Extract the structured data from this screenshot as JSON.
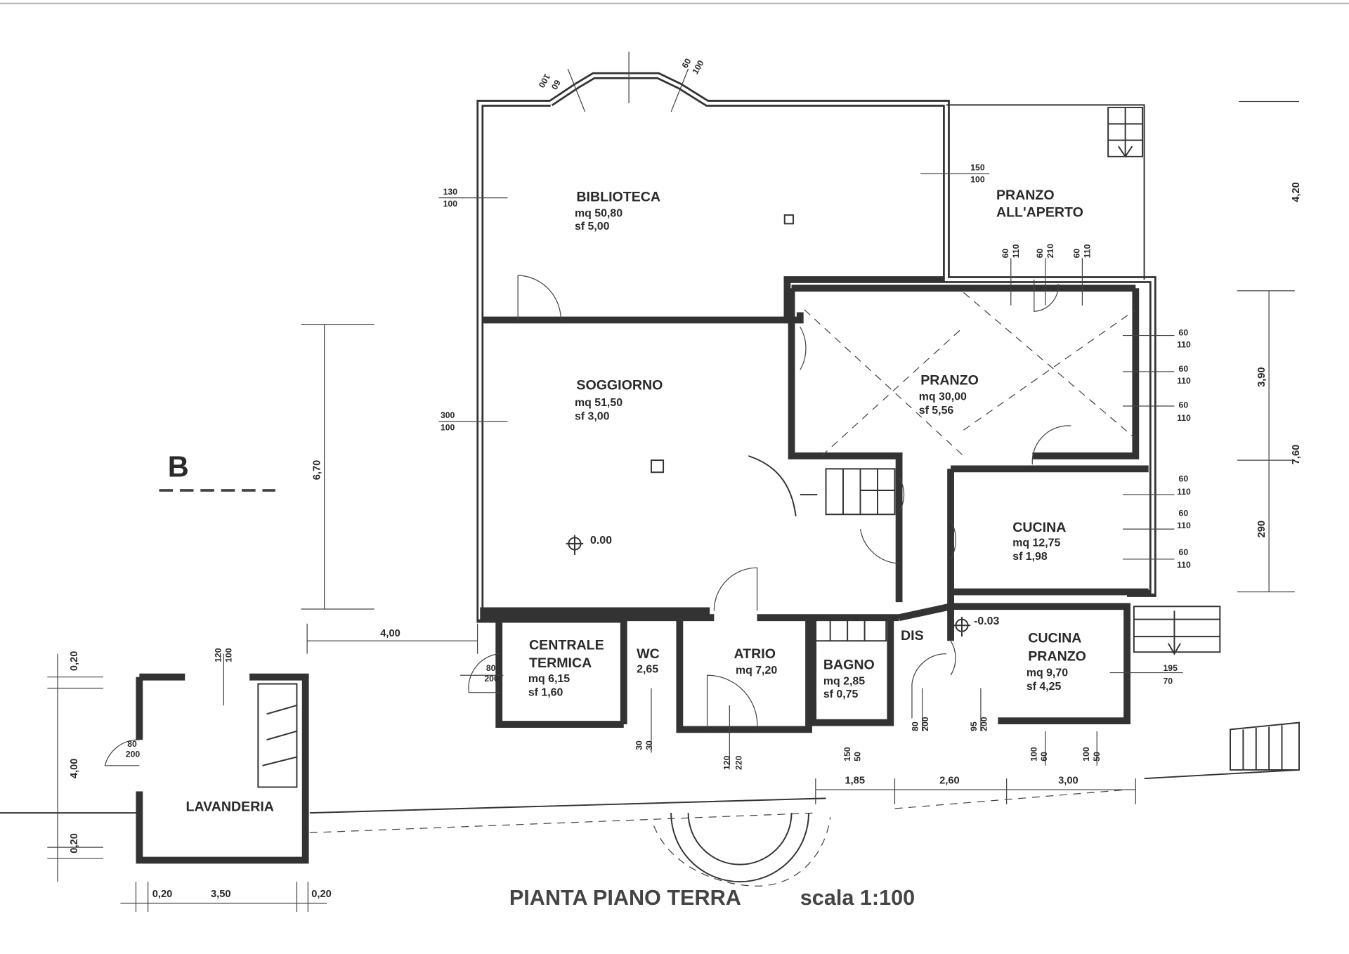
{
  "title": "PIANTA PIANO TERRA",
  "scale": "scala 1:100",
  "section_label": "B",
  "rooms": {
    "biblioteca": {
      "name": "BIBLIOTECA",
      "mq": "mq  50,80",
      "sf": "sf  5,00"
    },
    "pranzo_aperto": {
      "name1": "PRANZO",
      "name2": "ALL'APERTO"
    },
    "soggiorno": {
      "name": "SOGGIORNO",
      "mq": "mq  51,50",
      "sf": "sf  3,00",
      "level": "0.00"
    },
    "pranzo": {
      "name": "PRANZO",
      "mq": "mq  30,00",
      "sf": "sf  5,56"
    },
    "cucina": {
      "name": "CUCINA",
      "mq": "mq  12,75",
      "sf": "sf  1,98"
    },
    "centrale": {
      "name1": "CENTRALE",
      "name2": "TERMICA",
      "mq": "mq  6,15",
      "sf": "sf  1,60"
    },
    "wc": {
      "name": "WC",
      "mq": "2,65"
    },
    "atrio": {
      "name": "ATRIO",
      "mq": "mq 7,20"
    },
    "bagno": {
      "name": "BAGNO",
      "mq": "mq 2,85",
      "sf": "sf  0,75"
    },
    "dis": {
      "name": "DIS"
    },
    "cucina_pranzo": {
      "name1": "CUCINA",
      "name2": "PRANZO",
      "mq": "mq  9,70",
      "sf": "sf  4,25",
      "level": "-0.03"
    },
    "lavanderia": {
      "name": "LAVANDERIA"
    }
  },
  "openings": {
    "bib_left": [
      "130",
      "100"
    ],
    "bib_right": [
      "150",
      "100"
    ],
    "bay_left": [
      "60",
      "100"
    ],
    "bay_right": [
      "60",
      "100"
    ],
    "sog_left": [
      "300",
      "100"
    ],
    "pa1": [
      "60",
      "110"
    ],
    "pa2": [
      "60",
      "210"
    ],
    "pa3": [
      "60",
      "110"
    ],
    "pr1": [
      "60",
      "110"
    ],
    "pr2": [
      "60",
      "110"
    ],
    "pr3": [
      "60",
      "110"
    ],
    "cu1": [
      "60",
      "110"
    ],
    "cu2": [
      "60",
      "110"
    ],
    "cu3": [
      "60",
      "110"
    ],
    "ct_door": [
      "80",
      "200"
    ],
    "wc_win": [
      "30",
      "30"
    ],
    "atrio_door": [
      "120",
      "220"
    ],
    "bagno_win": [
      "150",
      "50"
    ],
    "dis_door": [
      "80",
      "200"
    ],
    "dis_door2": [
      "95",
      "200"
    ],
    "cp1": [
      "100",
      "60"
    ],
    "cp2": [
      "100",
      "50"
    ],
    "cp_side": [
      "195",
      "70"
    ],
    "lav_top": [
      "120",
      "100"
    ],
    "lav_door": [
      "80",
      "200"
    ]
  },
  "dimensions": {
    "soggiorno_h": "6,70",
    "gap": "4,00",
    "right_top": "4,20",
    "right_mid": "3,90",
    "right_low": "7,60",
    "right_290": "290",
    "bottom": [
      "1,85",
      "2,60",
      "3,00"
    ],
    "lav_left": [
      "0,20",
      "4,00",
      "0,20"
    ],
    "lav_bottom": [
      "0,20",
      "3,50",
      "0,20"
    ]
  }
}
